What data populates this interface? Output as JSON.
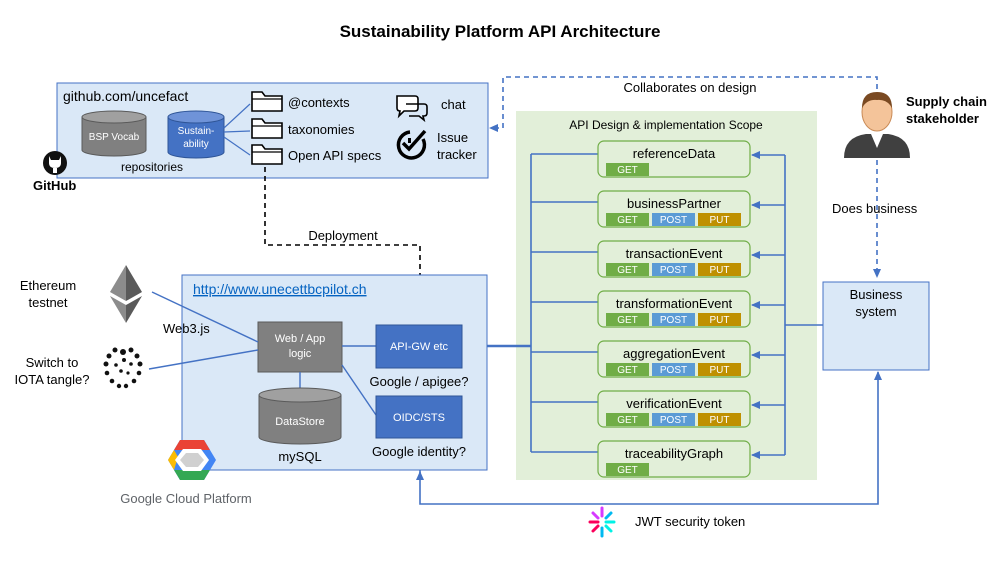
{
  "title": "Sustainability Platform API Architecture",
  "github": {
    "url_label": "github.com/uncefact",
    "repo_bsp": "BSP Vocab",
    "repo_sust_line1": "Sustain-",
    "repo_sust_line2": "ability",
    "repositories_label": "repositories",
    "folders": [
      "@contexts",
      "taxonomies",
      "Open API specs"
    ],
    "chat_label": "chat",
    "issue_line1": "Issue",
    "issue_line2": "tracker",
    "logo_text": "GitHub"
  },
  "collaborates_label": "Collaborates on design",
  "stakeholder": {
    "line1": "Supply chain",
    "line2": "stakeholder"
  },
  "does_business_label": "Does business",
  "business_system": {
    "line1": "Business",
    "line2": "system"
  },
  "deployment_label": "Deployment",
  "api_scope": {
    "title": "API Design & implementation Scope",
    "endpoints": [
      {
        "name": "referenceData",
        "methods": [
          "GET"
        ]
      },
      {
        "name": "businessPartner",
        "methods": [
          "GET",
          "POST",
          "PUT"
        ]
      },
      {
        "name": "transactionEvent",
        "methods": [
          "GET",
          "POST",
          "PUT"
        ]
      },
      {
        "name": "transformationEvent",
        "methods": [
          "GET",
          "POST",
          "PUT"
        ]
      },
      {
        "name": "aggregationEvent",
        "methods": [
          "GET",
          "POST",
          "PUT"
        ]
      },
      {
        "name": "verificationEvent",
        "methods": [
          "GET",
          "POST",
          "PUT"
        ]
      },
      {
        "name": "traceabilityGraph",
        "methods": [
          "GET"
        ]
      }
    ]
  },
  "pilot": {
    "url": "http://www.unecettbcpilot.ch",
    "web_app_line1": "Web / App",
    "web_app_line2": "logic",
    "datastore": "DataStore",
    "mysql": "mySQL",
    "apigw": "API-GW etc",
    "apigw_caption": "Google / apigee?",
    "oidc": "OIDC/STS",
    "oidc_caption": "Google identity?"
  },
  "ethereum": {
    "line1": "Ethereum",
    "line2": "testnet"
  },
  "web3": "Web3.js",
  "iota": {
    "line1": "Switch to",
    "line2": "IOTA tangle?"
  },
  "gcp_label": "Google Cloud Platform",
  "jwt_label": "JWT security token",
  "colors": {
    "get": "#70ad47",
    "post": "#5b9bd5",
    "put": "#bf9000",
    "line_blue": "#4472c4",
    "scope_bg": "#e2efd9",
    "panel_bg": "#dae8f7",
    "gray_box": "#808080"
  }
}
